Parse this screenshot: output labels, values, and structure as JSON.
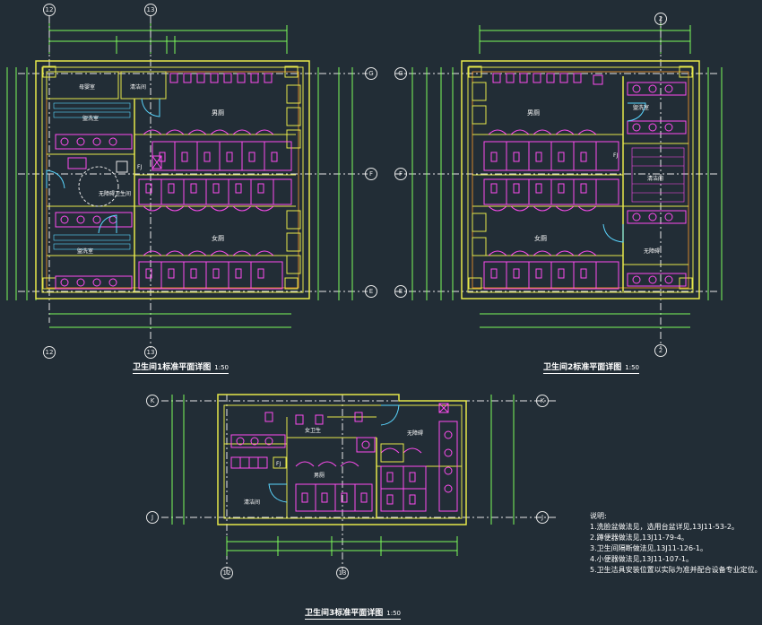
{
  "plans": [
    {
      "id": "plan1",
      "title": "卫生间1标准平面详图",
      "scale": "1:50"
    },
    {
      "id": "plan2",
      "title": "卫生间2标准平面详图",
      "scale": "1:50"
    },
    {
      "id": "plan3",
      "title": "卫生间3标准平面详图",
      "scale": "1:50"
    }
  ],
  "grids": {
    "plan1_top_left": "12",
    "plan1_top_right": "13",
    "plan1_bottom_left": "12",
    "plan1_bottom_right": "13",
    "plan1_row_top": "G",
    "plan1_row_mid": "F",
    "plan1_row_bot": "E",
    "plan2_top": "2",
    "plan2_bottom": "2",
    "plan2_row_top": "G",
    "plan2_row_mid": "F",
    "plan2_row_bot": "E",
    "plan3_row_top": "K",
    "plan3_row_bot": "J",
    "plan3_row_top_r": "K",
    "plan3_row_bot_r": "J",
    "plan3_bottom_left": "12",
    "plan3_bottom_right": "13"
  },
  "rooms": {
    "p1_men": "男厕",
    "p1_women": "女厕",
    "p1_acc": "无障碍卫生间",
    "p1_clean": "清洁间",
    "p1_wash": "盥洗室",
    "p1_mother": "母婴室",
    "p1_fj": "FJ",
    "p2_men": "男厕",
    "p2_women": "女厕",
    "p2_clean": "清洁间",
    "p2_fj": "FJ",
    "p2_stair": "无障碍",
    "p2_wash": "盥洗室",
    "p3_men": "男厕",
    "p3_women": "女卫生",
    "p3_fj": "FJ",
    "p3_clean": "清洁间",
    "p3_acc": "无障碍"
  },
  "notes": {
    "heading": "说明:",
    "items": [
      "1.洗脸盆做法见，选用台盆详见,13J11-53-2。",
      "2.蹲便器做法见,13J11-79-4。",
      "3.卫生间隔断做法见,13J11-126-1。",
      "4.小便器做法见,13J11-107-1。",
      "5.卫生洁具安装位置以实际为准并配合设备专业定位。"
    ]
  }
}
